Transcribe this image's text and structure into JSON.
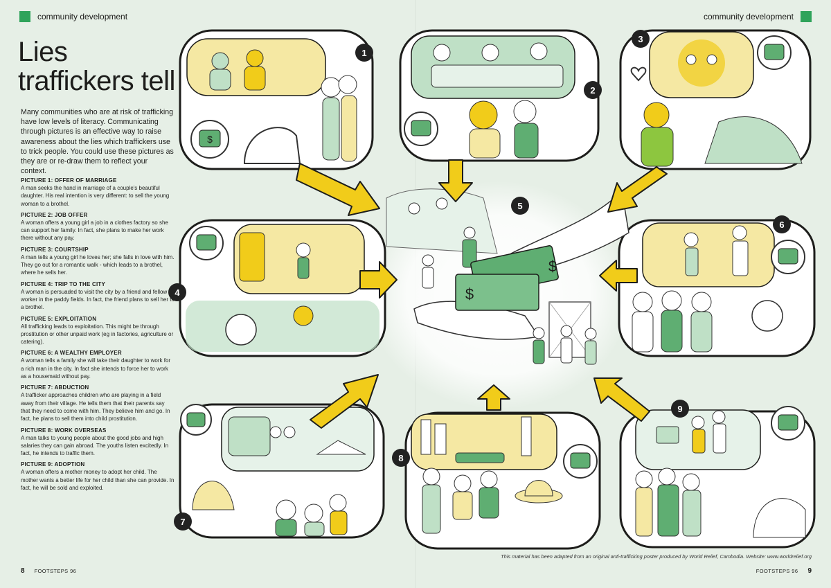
{
  "header": {
    "section_left": "community development",
    "section_right": "community development"
  },
  "title": {
    "line1": "Lies",
    "line2": "traffickers tell"
  },
  "intro": "Many communities who are at risk of trafficking have low levels of literacy. Communicating through pictures is an effective way to raise awareness about the lies which traffickers use to trick people. You could use these pictures as they are or re-draw them to reflect your context.",
  "pictures": [
    {
      "heading": "PICTURE 1: OFFER OF MARRIAGE",
      "text": "A man seeks the hand in marriage of a couple's beautiful daughter. His real intention is very different: to sell the young woman to a brothel."
    },
    {
      "heading": "PICTURE 2: JOB OFFER",
      "text": "A woman offers a young girl a job in a clothes factory so she can support her family. In fact, she plans to make her work there without any pay."
    },
    {
      "heading": "PICTURE 3: COURTSHIP",
      "text": "A man tells a young girl he loves her; she falls in love with him. They go out for a romantic walk - which leads to a brothel, where he sells her."
    },
    {
      "heading": "PICTURE 4: TRIP TO THE CITY",
      "text": "A woman is persuaded to visit the city by a friend and fellow worker in the paddy fields. In fact, the friend plans to sell her to a brothel."
    },
    {
      "heading": "PICTURE 5: EXPLOITATION",
      "text": "All trafficking leads to exploitation. This might be through prostitution or other unpaid work (eg in factories, agriculture or catering)."
    },
    {
      "heading": "PICTURE 6: A WEALTHY EMPLOYER",
      "text": "A woman tells a family she will take their daughter to work for a rich man in the city. In fact she intends to force her to work as a housemaid without pay."
    },
    {
      "heading": "PICTURE 7: ABDUCTION",
      "text": "A trafficker approaches children who are playing in a field away from their village. He tells them that their parents say that they need to come with him. They believe him and go. In fact, he plans to sell them into child prostitution."
    },
    {
      "heading": "PICTURE 8: WORK OVERSEAS",
      "text": "A man talks to young people about the good jobs and high salaries they can gain abroad. The youths listen excitedly. In fact, he intends to traffic them."
    },
    {
      "heading": "PICTURE 9: ADOPTION",
      "text": "A woman offers a mother money to adopt her child. The mother wants a better life for her child than she can provide. In fact, he will be sold and exploited."
    }
  ],
  "badges": [
    "1",
    "2",
    "3",
    "4",
    "5",
    "6",
    "7",
    "8",
    "9"
  ],
  "money_symbol": "$",
  "credit": "This material has been adapted from an original anti-trafficking poster produced by World Relief, Cambodia. Website: www.worldrelief.org",
  "footer": {
    "left_page": "8",
    "left_label": "FOOTSTEPS 96",
    "right_label": "FOOTSTEPS 96",
    "right_page": "9"
  },
  "colors": {
    "background": "#e6efe6",
    "accent_green": "#2fa35a",
    "arrow_yellow": "#f1cc1a",
    "panel_bg": "#ffffff",
    "scene_green": "#bfe0c6",
    "scene_yellow": "#f5e8a3"
  }
}
